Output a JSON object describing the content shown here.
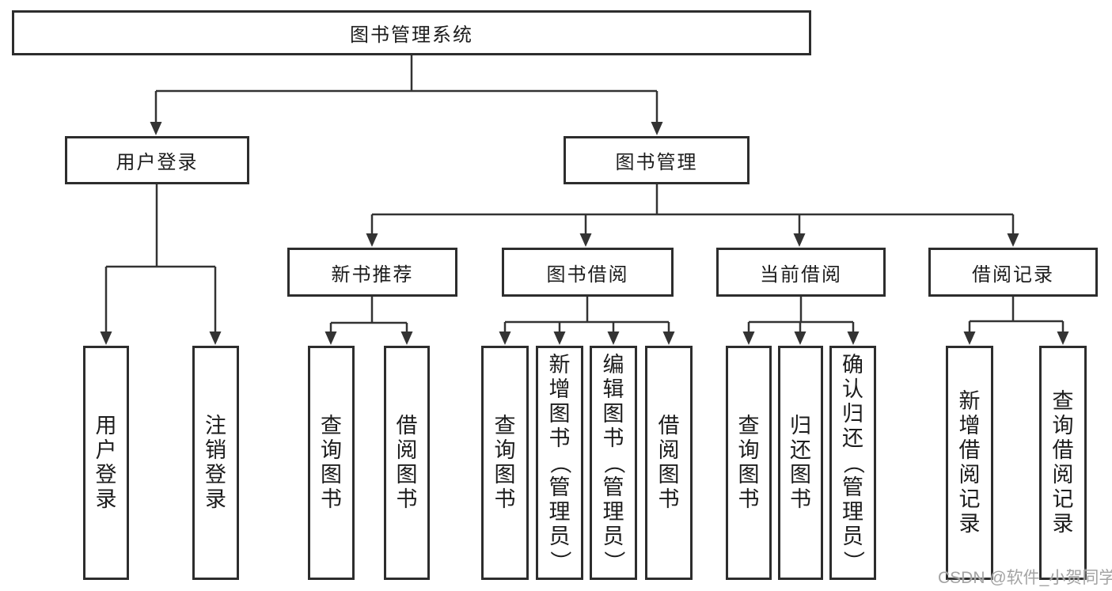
{
  "diagram_type": "hierarchy-tree",
  "tree": {
    "label": "图书管理系统",
    "children": [
      {
        "label": "用户登录",
        "children": [
          {
            "label": "用户登录"
          },
          {
            "label": "注销登录"
          }
        ]
      },
      {
        "label": "图书管理",
        "children": [
          {
            "label": "新书推荐",
            "children": [
              {
                "label": "查询图书"
              },
              {
                "label": "借阅图书"
              }
            ]
          },
          {
            "label": "图书借阅",
            "children": [
              {
                "label": "查询图书"
              },
              {
                "label": "新增图书（管理员）"
              },
              {
                "label": "编辑图书（管理员）"
              },
              {
                "label": "借阅图书"
              }
            ]
          },
          {
            "label": "当前借阅",
            "children": [
              {
                "label": "查询图书"
              },
              {
                "label": "归还图书"
              },
              {
                "label": "确认归还（管理员）"
              }
            ]
          },
          {
            "label": "借阅记录",
            "children": [
              {
                "label": "新增借阅记录"
              },
              {
                "label": "查询借阅记录"
              }
            ]
          }
        ]
      }
    ]
  },
  "watermark": {
    "text": "CSDN @软件_小贺同学"
  },
  "colors": {
    "background": "#ffffff",
    "box_border": "#2d2d2d",
    "connector_line": "#333333",
    "text": "#1c1c1c",
    "watermark_text": "#a3a3a3"
  }
}
